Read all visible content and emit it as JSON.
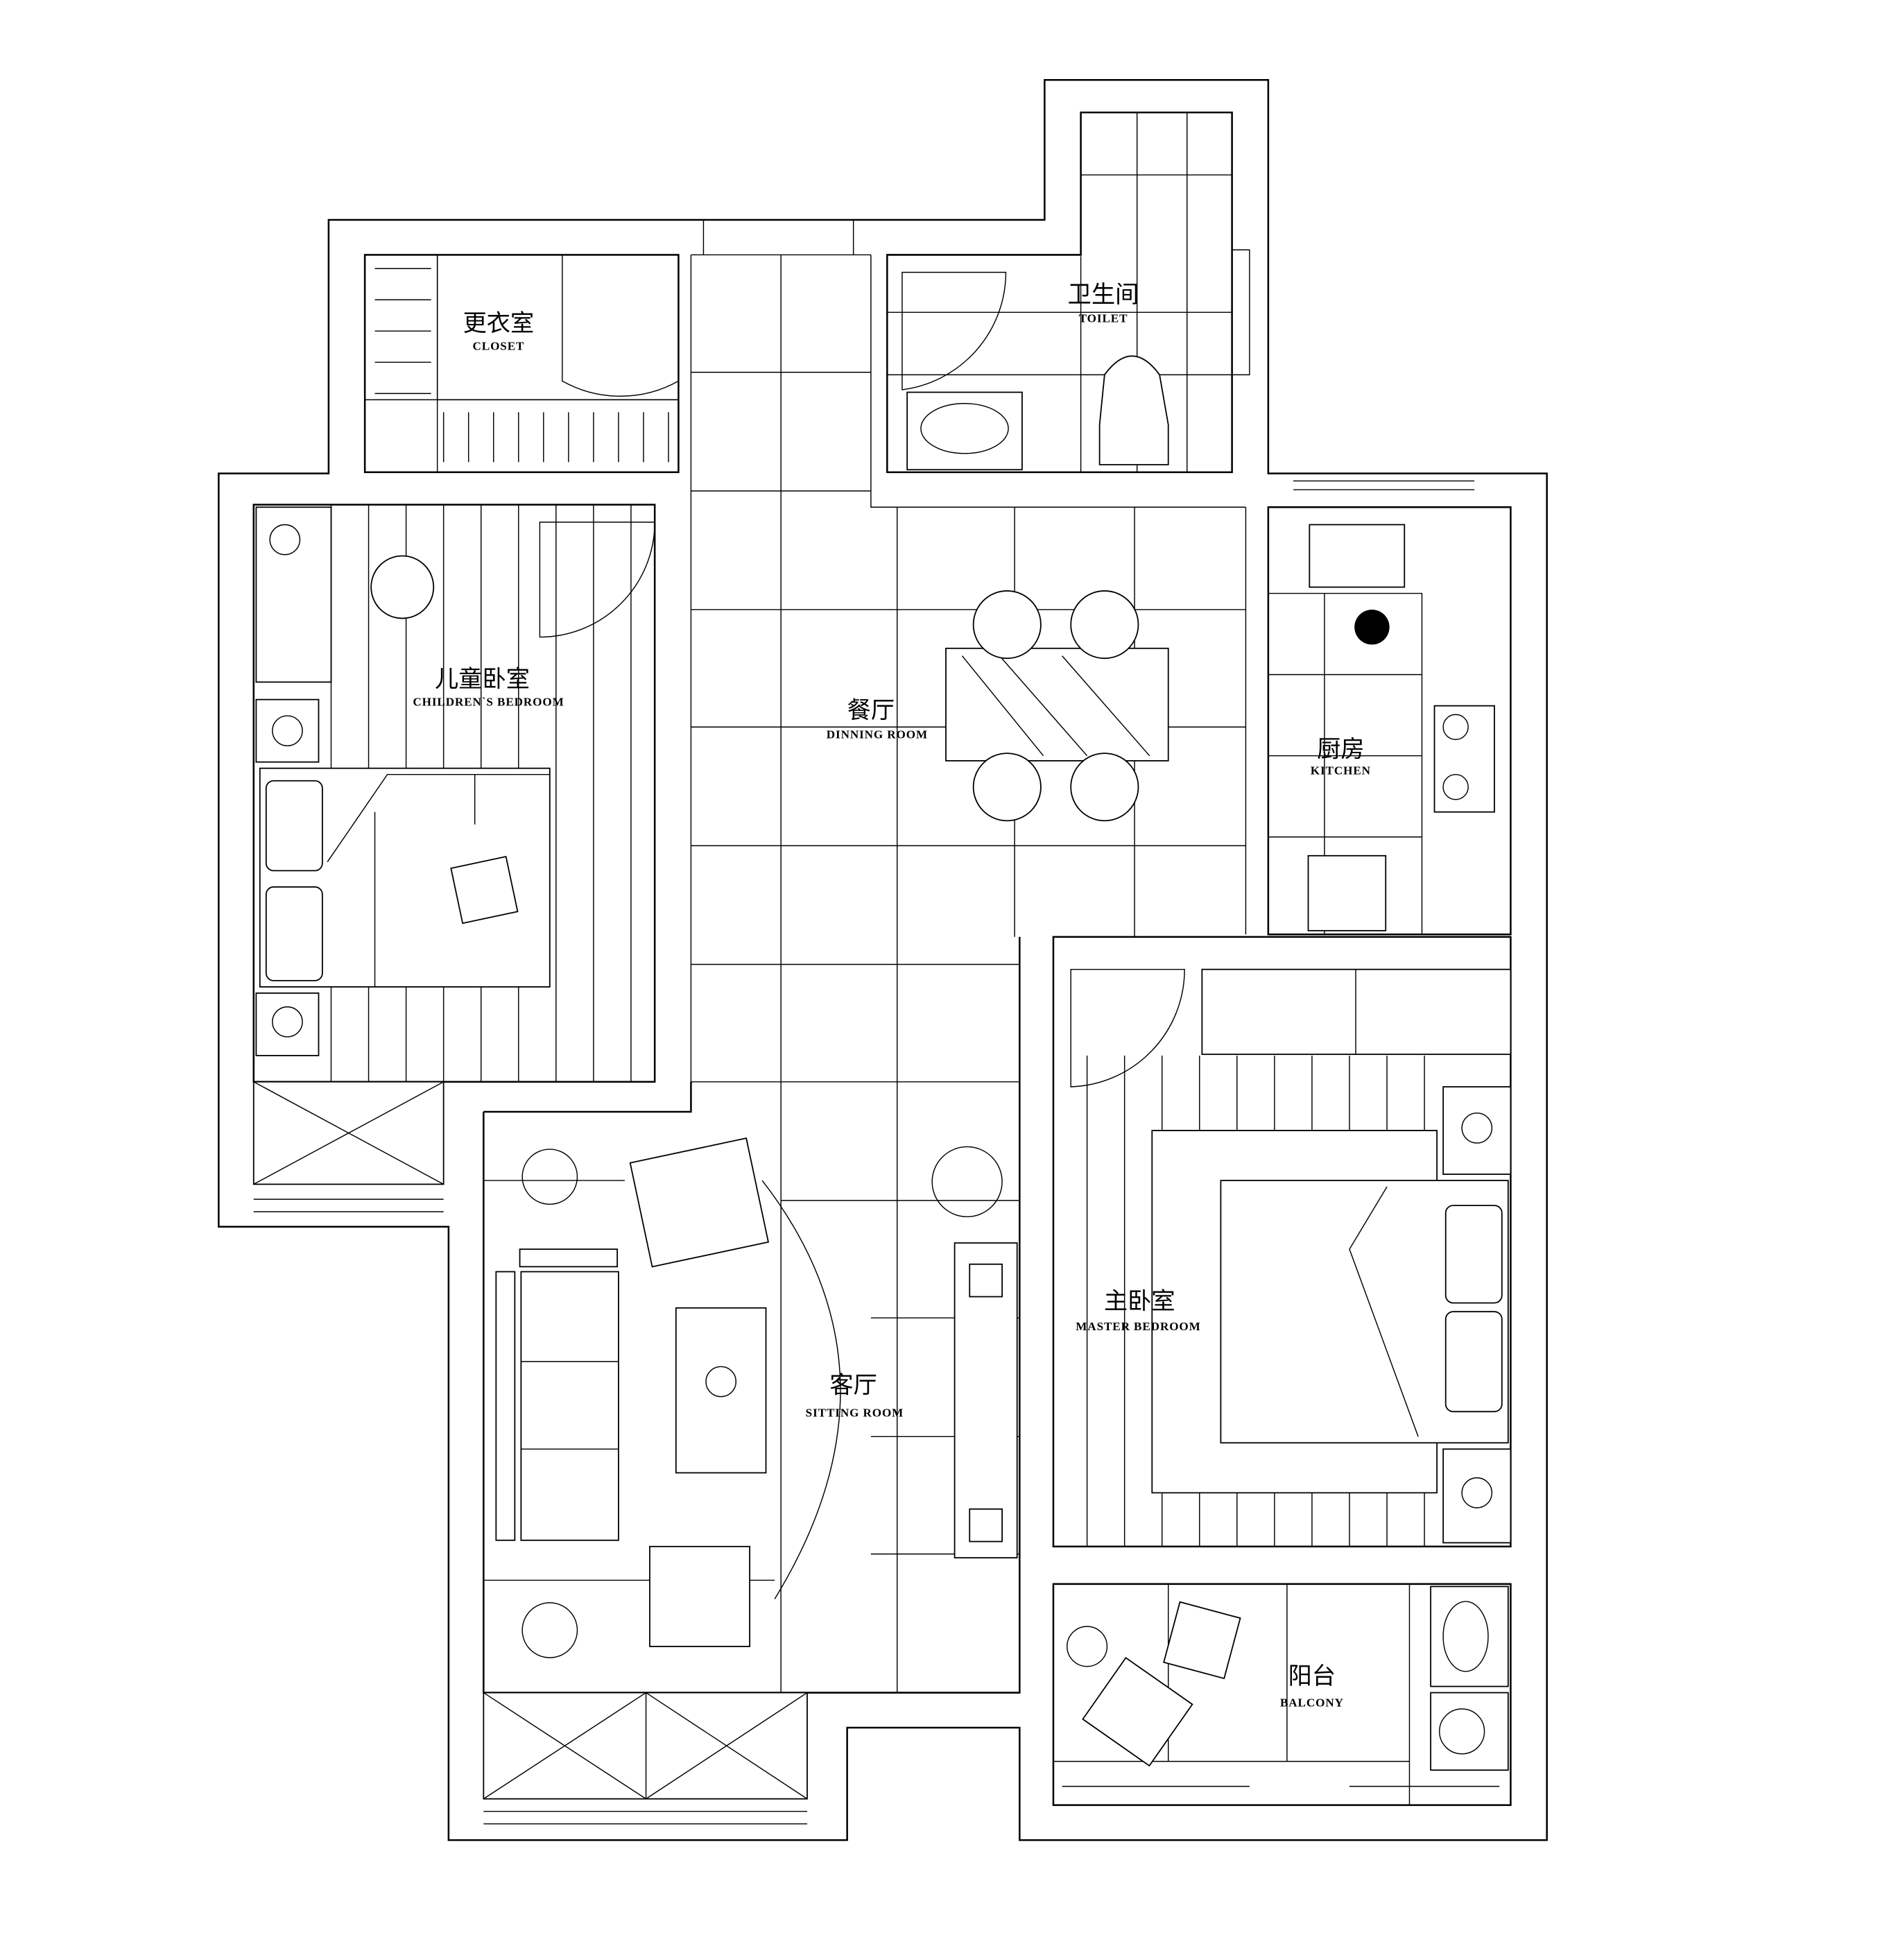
{
  "rooms": {
    "closet": {
      "cn": "更衣室",
      "en": "CLOSET"
    },
    "toilet": {
      "cn": "卫生间",
      "en": "TOILET"
    },
    "children_bedroom": {
      "cn": "儿童卧室",
      "en": "CHILDREN`S BEDROOM"
    },
    "dining": {
      "cn": "餐厅",
      "en": "DINNING ROOM"
    },
    "kitchen": {
      "cn": "厨房",
      "en": "KITCHEN"
    },
    "master_bedroom": {
      "cn": "主卧室",
      "en": "MASTER BEDROOM"
    },
    "sitting": {
      "cn": "客厅",
      "en": "SITTING ROOM"
    },
    "balcony": {
      "cn": "阳台",
      "en": "BALCONY"
    }
  }
}
